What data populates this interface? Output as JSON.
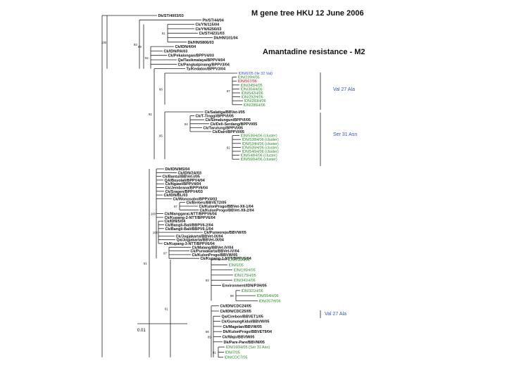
{
  "header": {
    "title": "M gene tree HKU 12 June 2006",
    "subtitle": "Amantadine resistance - M2"
  },
  "annotations": [
    {
      "key": "val27_top",
      "text": "Val 27 Ala"
    },
    {
      "key": "ser31",
      "text": "Ser 31 Asn"
    },
    {
      "key": "val27_bottom",
      "text": "Val 27 Ala"
    }
  ],
  "scale_bar": {
    "label": "0.01"
  },
  "colors": {
    "black": "#111111",
    "green": "#2e8b2e",
    "red": "#d01010",
    "blue": "#3355cc"
  },
  "bootstrap": [
    "100",
    "93",
    "89",
    "81",
    "92",
    "92",
    "88",
    "97",
    "95",
    "84",
    "82",
    "51",
    "100",
    "97",
    "100",
    "97",
    "61",
    "83",
    "99",
    "98",
    "85",
    "81"
  ],
  "taxa": [
    {
      "label": "Dk/ST/4003/03",
      "c": "black"
    },
    {
      "label": "Ph/ST/44/04",
      "c": "black"
    },
    {
      "label": "Ck/YN/115/04",
      "c": "black"
    },
    {
      "label": "Ck/YN/6256/03",
      "c": "black"
    },
    {
      "label": "Ck/ST/4231/03",
      "c": "black"
    },
    {
      "label": "Dk/HN/101/04",
      "c": "black"
    },
    {
      "label": "Dk/HN/5806/03",
      "c": "black"
    },
    {
      "label": "Ck/IDN/4/04",
      "c": "black"
    },
    {
      "label": "Ck/IDN/PA/03",
      "c": "black"
    },
    {
      "label": "Ck/Pekalongan/BPPV4/03",
      "c": "black"
    },
    {
      "label": "Qa/Tasikmalaya/BPPV4/04",
      "c": "black"
    },
    {
      "label": "Ck/Pangkalpinang/BPPV3/04",
      "c": "black"
    },
    {
      "label": "Ty/Kedaton/BPPV3/04",
      "c": "black"
    },
    {
      "label": "IDN/6/05 (Ile 32 Val)",
      "c": "blue"
    },
    {
      "label": "IDN/239H/05",
      "c": "green"
    },
    {
      "label": "IDN/567/06",
      "c": "red"
    },
    {
      "label": "IDN/245H/05",
      "c": "green"
    },
    {
      "label": "IDN/304H/06",
      "c": "green"
    },
    {
      "label": "IDN/542H/06",
      "c": "green"
    },
    {
      "label": "IDN/292H/06",
      "c": "green"
    },
    {
      "label": "IDN/283H/06",
      "c": "green"
    },
    {
      "label": "IDN/286H/06",
      "c": "green"
    },
    {
      "label": "Ck/Salatiga/BBVet-I/05",
      "c": "black"
    },
    {
      "label": "Ck/T-Tinggi/BPPVI/05",
      "c": "black"
    },
    {
      "label": "Ck/Simalungun/BPPVI/05",
      "c": "black"
    },
    {
      "label": "Ck/Deli-Serdang/BPPVI/05",
      "c": "black"
    },
    {
      "label": "Ck/Tarutung/BPPVI/05",
      "c": "black"
    },
    {
      "label": "Ck/Dairi/BPPVI/05",
      "c": "black"
    },
    {
      "label": "IDN/536H/06 (cluster)",
      "c": "green"
    },
    {
      "label": "IDN/538H/06 (cluster)",
      "c": "green"
    },
    {
      "label": "IDN/534H/06 (cluster)",
      "c": "green"
    },
    {
      "label": "IDN/535H/06 (cluster)",
      "c": "green"
    },
    {
      "label": "IDN/546H/06 (cluster)",
      "c": "green"
    },
    {
      "label": "IDN/548H/06 (cluster)",
      "c": "green"
    },
    {
      "label": "IDN/560H/06 (cluster)",
      "c": "green"
    },
    {
      "label": "Dk/IDN/MS/04",
      "c": "black"
    },
    {
      "label": "Ck/IDN/2A/03",
      "c": "black"
    },
    {
      "label": "Ck/Bantul/BBVet-I/05",
      "c": "black"
    },
    {
      "label": "QA/Boyolali/BPPV4/04",
      "c": "black"
    },
    {
      "label": "Ck/Ngawi/BPPV4/04",
      "c": "black"
    },
    {
      "label": "Ck/Jembrana/BPPV6/04",
      "c": "black"
    },
    {
      "label": "Ck/Sragen/BPPV4/03",
      "c": "black"
    },
    {
      "label": "Ck/IDN/BL/03",
      "c": "black"
    },
    {
      "label": "Ck/Wonosobo/BPPV4/03",
      "c": "black"
    },
    {
      "label": "Ck/Brebes/BBVET2/05",
      "c": "black"
    },
    {
      "label": "Ck/KulonProgo/BBVet-XII-1/04",
      "c": "black"
    },
    {
      "label": "Ck/KulonProgo/BBVet-XII-2/04",
      "c": "black"
    },
    {
      "label": "Ck/Manggarai-NTT/BPPV6/04",
      "c": "black"
    },
    {
      "label": "Ck/Kupang-2-NTT/BPPV6/04",
      "c": "black"
    },
    {
      "label": "Ck/IDN/5/04",
      "c": "black"
    },
    {
      "label": "Ck/Bangli-Bali/BBPV6-2/04",
      "c": "black"
    },
    {
      "label": "Ck/Bangli-Bali/BBPV6-1/04",
      "c": "black"
    },
    {
      "label": "Ck/Purworejo/BBVW/05",
      "c": "black"
    },
    {
      "label": "Ck/Jogjakarta/BBVet-IX/04",
      "c": "black"
    },
    {
      "label": "Qa/Jogjakarta/BBVet-IX/04",
      "c": "black"
    },
    {
      "label": "Ck/Kupang-3-NTT/BPPV6/04",
      "c": "black"
    },
    {
      "label": "Ck/Malang/BBVet-IV/04",
      "c": "black"
    },
    {
      "label": "Ck/Purwakarta/BBVet-IV/04",
      "c": "black"
    },
    {
      "label": "Ck/KulonProgo/BBVW/05",
      "c": "black"
    },
    {
      "label": "Ck/Kupang-1-NTT/BPPV6/04",
      "c": "black"
    },
    {
      "label": "IDN/298H/06",
      "c": "green"
    },
    {
      "label": "IDN/5/05",
      "c": "green"
    },
    {
      "label": "IDN/195H/05",
      "c": "green"
    },
    {
      "label": "IDN/175H/05",
      "c": "green"
    },
    {
      "label": "IDN/341H/06",
      "c": "green"
    },
    {
      "label": "Environment/IDN/P3H/05",
      "c": "black"
    },
    {
      "label": "IDN/321H/06",
      "c": "green"
    },
    {
      "label": "IDN/554H/06",
      "c": "green"
    },
    {
      "label": "IDN/357H/06",
      "c": "green"
    },
    {
      "label": "Ck/IDN/CDC24/05",
      "c": "black"
    },
    {
      "label": "Ck/IDN/CDC25/05",
      "c": "black"
    },
    {
      "label": "Qa/Cirebon/BBVET1/05",
      "c": "black"
    },
    {
      "label": "Ck/GunungKidul/BBVW/05",
      "c": "black"
    },
    {
      "label": "Ck/Magelan/BBVW/05",
      "c": "black"
    },
    {
      "label": "Dk/KulonProgo/BBVET9/04",
      "c": "black"
    },
    {
      "label": "Ck/Wajo/BBVM/05",
      "c": "black"
    },
    {
      "label": "Dk/Pare-Pare/BBVM/05",
      "c": "black"
    },
    {
      "label": "IDN/160H/05 (Ser 31 Asn)",
      "c": "green"
    },
    {
      "label": "IDN/7/05",
      "c": "green"
    },
    {
      "label": "IDN/CDC7/05",
      "c": "green"
    }
  ]
}
